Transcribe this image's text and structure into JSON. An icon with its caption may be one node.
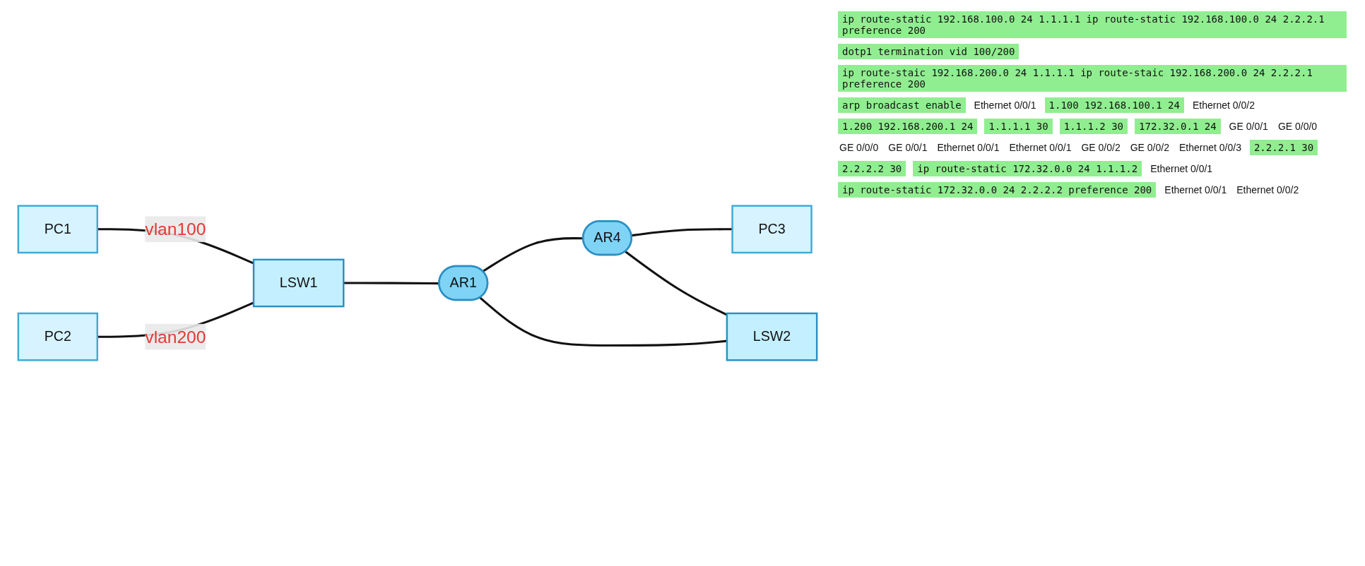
{
  "diagram": {
    "nodes": [
      {
        "text": [
          "PC1"
        ]
      },
      {
        "text": [
          "PC2"
        ]
      },
      {
        "text": [
          "LSW1"
        ]
      },
      {
        "text": [
          "AR1"
        ]
      },
      {
        "text": [
          "AR4"
        ]
      },
      {
        "text": [
          "PC3"
        ]
      },
      {
        "text": [
          "LSW2"
        ]
      }
    ],
    "edges": [
      {
        "from": 0,
        "to": 2,
        "arrow": "none",
        "label": "vlan100"
      },
      {
        "from": 1,
        "to": 2,
        "arrow": "none",
        "label": "vlan200"
      },
      {
        "from": 2,
        "to": 3,
        "arrow": "none"
      },
      {
        "from": 3,
        "to": 4,
        "arrow": "none"
      },
      {
        "from": 4,
        "to": 5,
        "arrow": "none"
      },
      {
        "from": 3,
        "to": 6,
        "arrow": "none"
      },
      {
        "from": 4,
        "to": 6,
        "arrow": "none"
      }
    ],
    "labels": [
      "ip route-static 192.168.100.0 24 1.1.1.1 ip route-static 192.168.100.0 24 2.2.2.1 preference 200",
      "dotp1 termination vid 100/200",
      "ip route-staic 192.168.200.0 24 1.1.1.1 ip route-staic 192.168.200.0 24 2.2.2.1 preference 200",
      "arp broadcast enable",
      "Ethernet 0/0/1",
      "1.100 192.168.100.1 24",
      "Ethernet 0/0/2",
      "1.200 192.168.200.1 24",
      "1.1.1.1 30",
      "1.1.1.2 30",
      "172.32.0.1 24",
      "GE 0/0/1",
      "GE 0/0/0",
      "GE 0/0/0",
      "GE 0/0/1",
      "Ethernet 0/0/1",
      "Ethernet 0/0/1",
      "GE 0/0/2",
      "GE 0/0/2",
      "Ethernet 0/0/3",
      "2.2.2.1 30",
      "2.2.2.2 30",
      "ip route-static 172.32.0.0 24 1.1.1.2",
      "Ethernet 0/0/1",
      "ip route-static 172.32.0.0 24 2.2.2.2 preference 200",
      "Ethernet 0/0/1",
      "Ethernet 0/0/2"
    ]
  }
}
